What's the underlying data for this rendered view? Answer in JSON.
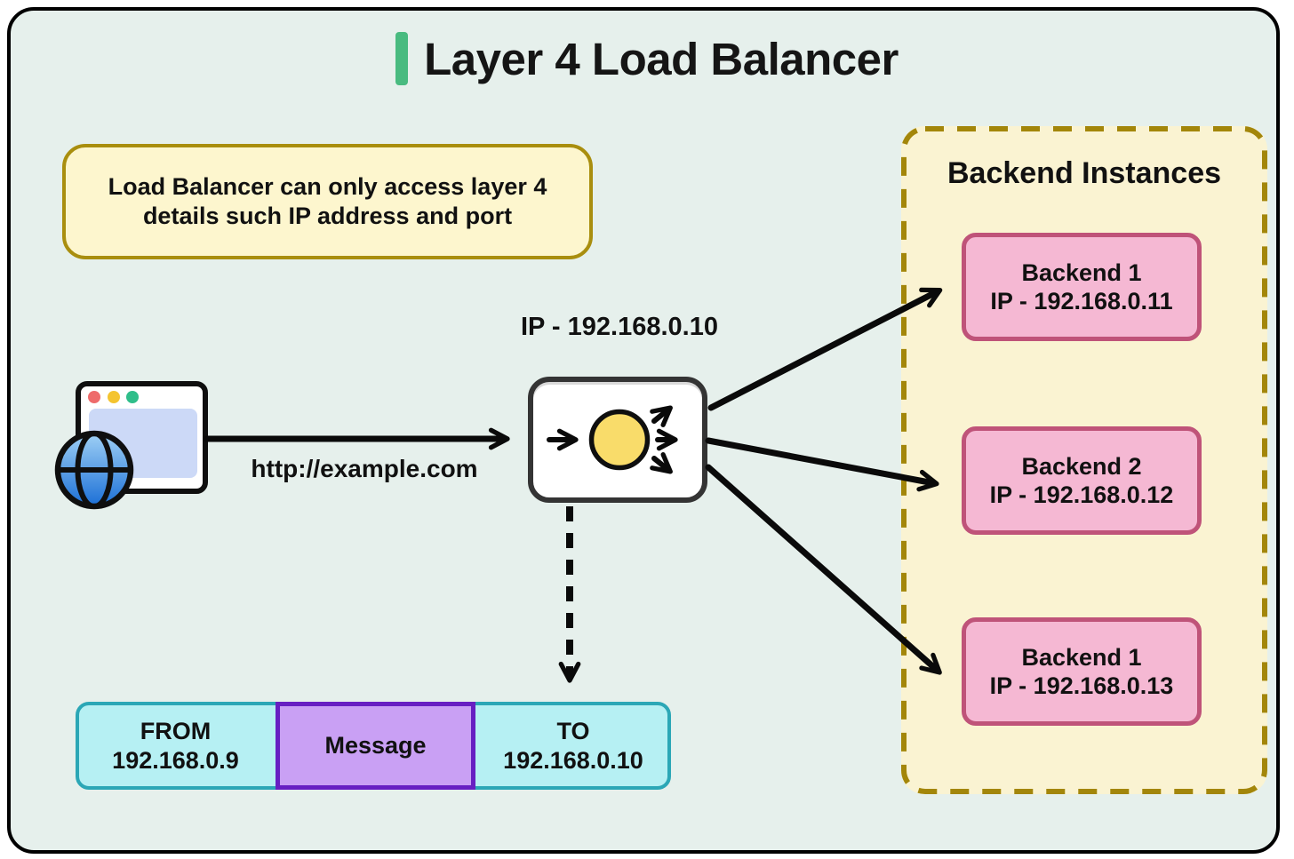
{
  "title": {
    "text": "Layer 4 Load Balancer"
  },
  "note": {
    "line1": "Load Balancer can only access layer 4",
    "line2": "details such IP address and port"
  },
  "client": {
    "request_label": "http://example.com"
  },
  "load_balancer": {
    "ip_label": "IP - 192.168.0.10"
  },
  "packet": {
    "from": {
      "label": "FROM",
      "value": "192.168.0.9"
    },
    "message": {
      "label": "Message"
    },
    "to": {
      "label": "TO",
      "value": "192.168.0.10"
    }
  },
  "backend_panel": {
    "title": "Backend Instances",
    "instances": [
      {
        "name": "Backend 1",
        "ip": "IP - 192.168.0.11"
      },
      {
        "name": "Backend 2",
        "ip": "IP - 192.168.0.12"
      },
      {
        "name": "Backend 1",
        "ip": "IP - 192.168.0.13"
      }
    ]
  },
  "icons": {
    "browser_window": "browser-window-icon",
    "globe": "globe-icon",
    "load_balancer": "load-balancer-distribution-icon"
  },
  "colors": {
    "canvas_bg": "#e6f0ec",
    "canvas_border": "#000000",
    "accent_green": "#49bb80",
    "note_bg": "#fdf6ce",
    "note_border": "#a98e0e",
    "panel_bg": "#faf3d2",
    "panel_border": "#a3860a",
    "backend_bg": "#f5b8d3",
    "backend_border": "#bf5379",
    "packet_bg": "#b6f0f3",
    "packet_border": "#2ba7b6",
    "message_bg": "#c9a0f4",
    "message_border": "#671fc2",
    "lb_border": "#343434",
    "lb_circle": "#f9dc6a",
    "browser_content_bg": "#ccd9f7",
    "dot_red": "#ee6b6b",
    "dot_yellow": "#f4c430",
    "dot_green": "#2fbe8a",
    "globe_top": "#9fd0f5",
    "globe_bottom": "#1b6fd6",
    "arrow": "#0a0a0a"
  }
}
